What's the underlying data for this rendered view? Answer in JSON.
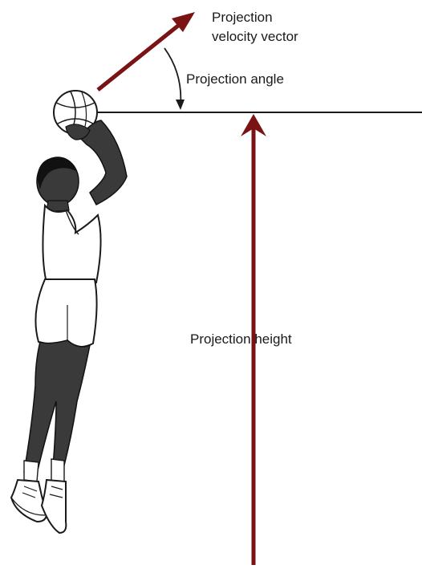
{
  "labels": {
    "velocity_line1": "Projection",
    "velocity_line2": "velocity vector",
    "angle": "Projection angle",
    "height": "Projection height"
  },
  "colors": {
    "vector": "#7a1414",
    "line": "#1a1a1a",
    "skin": "#3a3a3a",
    "hair": "#111111",
    "clothing": "#ffffff"
  },
  "icons": {
    "figure": "basketball-player-jump-shot",
    "ball": "basketball-icon"
  }
}
